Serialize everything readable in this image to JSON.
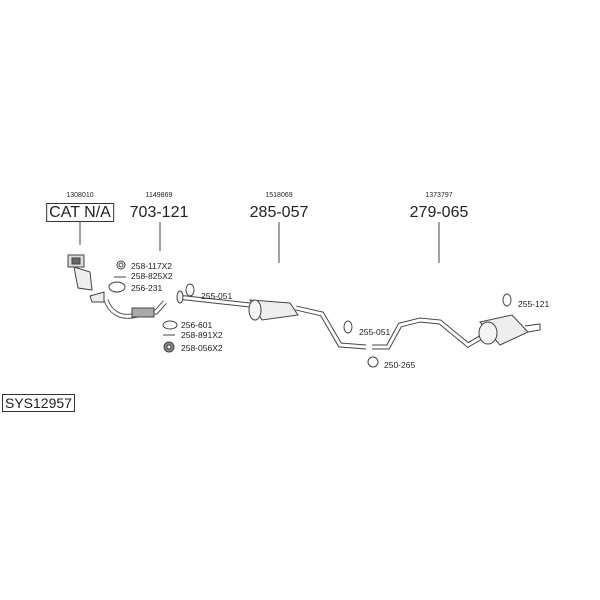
{
  "system_id": "SYS12957",
  "main_parts": [
    {
      "ref": "1308010",
      "number": "CAT N/A"
    },
    {
      "ref": "1149869",
      "number": "703-121"
    },
    {
      "ref": "1518069",
      "number": "285-057"
    },
    {
      "ref": "1373797",
      "number": "279-065"
    }
  ],
  "small_parts": [
    "258-117X2",
    "258-825X2",
    "256-231",
    "255-051",
    "256-601",
    "258-891X2",
    "258-056X2",
    "255-051",
    "250-265",
    "255-121"
  ]
}
